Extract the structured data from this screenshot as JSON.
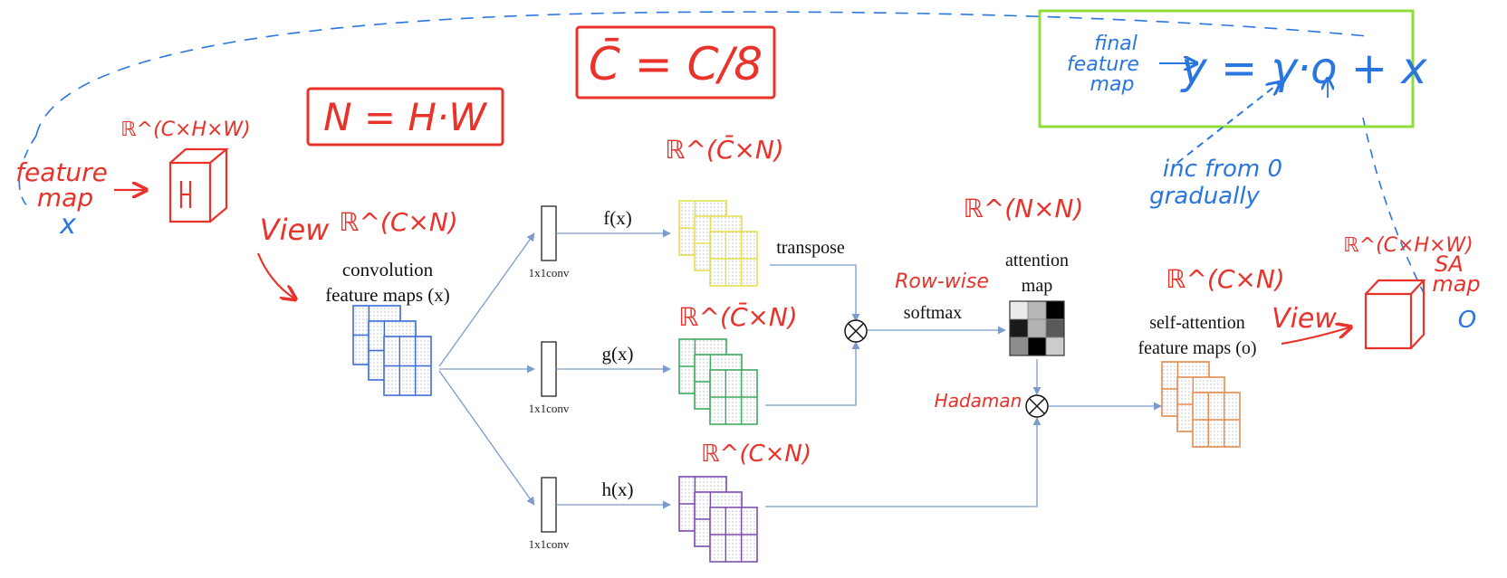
{
  "printed": {
    "input_label_line1": "convolution",
    "input_label_line2": "feature maps (x)",
    "f_label": "f(x)",
    "g_label": "g(x)",
    "h_label": "h(x)",
    "conv_label": "1x1conv",
    "transpose_label": "transpose",
    "softmax_label": "softmax",
    "attention_label_line1": "attention",
    "attention_label_line2": "map",
    "output_label_line1": "self-attention",
    "output_label_line2": "feature maps (o)"
  },
  "handwritten": {
    "c_bar_eq": "C̄ = C/8",
    "n_eq": "N = H·W",
    "feature_map_line1": "feature",
    "feature_map_line2": "map",
    "x_var": "x",
    "cube_dims": "ℝ^(C×H×W)",
    "view_left": "View",
    "r_cxn_input": "ℝ^(C×N)",
    "r_cbar_n_top": "ℝ^(C̄×N)",
    "r_cbar_n_mid": "ℝ^(C̄×N)",
    "r_cxn_h": "ℝ^(C×N)",
    "r_nxn": "ℝ^(N×N)",
    "row_wise": "Row-wise",
    "hadamard": "Hadaman",
    "r_cxn_output": "ℝ^(C×N)",
    "view_right": "View",
    "r_chw_right": "ℝ^(C×H×W)",
    "sa_map_line1": "SA",
    "sa_map_line2": "map",
    "o_var": "O",
    "final_line1": "final",
    "final_line2": "feature",
    "final_line3": "map",
    "formula": "y = γ·o + x",
    "inc_line1": "inc from 0",
    "inc_line2": "gradually"
  },
  "colors": {
    "red": "#e8322a",
    "blue": "#2a76e0",
    "green_box": "#8fdc3a",
    "input_blue": "#3a6bd8",
    "f_yellow": "#e6e04a",
    "g_green": "#3aa860",
    "h_purple": "#7a4ab0",
    "out_orange": "#e88a4a",
    "arrow": "#7a9ccc"
  },
  "attention_grid": [
    [
      0.92,
      0.72,
      0.0
    ],
    [
      0.1,
      0.7,
      0.35
    ],
    [
      0.55,
      0.0,
      0.8
    ]
  ]
}
